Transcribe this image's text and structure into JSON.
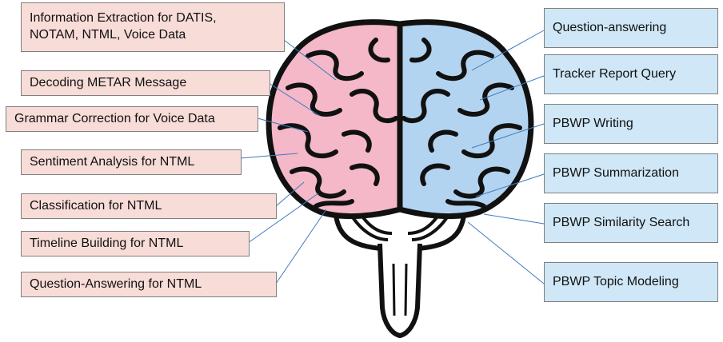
{
  "left_tasks": [
    {
      "line1": "Information Extraction for DATIS,",
      "line2": "NOTAM, NTML, Voice Data"
    },
    {
      "label": "Decoding METAR Message"
    },
    {
      "label": "Grammar Correction for Voice Data"
    },
    {
      "label": "Sentiment Analysis for NTML"
    },
    {
      "label": "Classification for NTML"
    },
    {
      "label": "Timeline Building for NTML"
    },
    {
      "label": "Question-Answering for NTML"
    }
  ],
  "right_tasks": [
    {
      "label": "Question-answering"
    },
    {
      "label": "Tracker Report Query"
    },
    {
      "label": "PBWP Writing"
    },
    {
      "label": "PBWP Summarization"
    },
    {
      "label": "PBWP Similarity Search"
    },
    {
      "label": "PBWP Topic Modeling"
    }
  ],
  "colors": {
    "left_box": "#f8dcd8",
    "right_box": "#cfe7f6",
    "left_hemisphere": "#f4b8c8",
    "right_hemisphere": "#b3d4f0",
    "connector": "#3d7bbf",
    "outline": "#111111"
  },
  "icons": {
    "brain": "brain-illustration"
  }
}
